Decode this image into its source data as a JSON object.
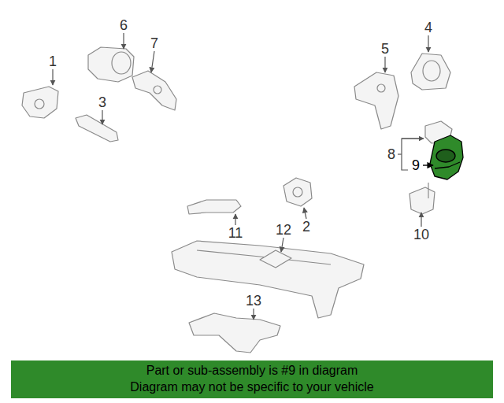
{
  "diagram": {
    "nodes": [
      {
        "text": [
          "Part or sub-assembly is #9 in diagram",
          "Diagram may not be specific to your vehicle"
        ]
      }
    ],
    "labels": [
      "6",
      "4",
      "7",
      "5",
      "1",
      "3",
      "8",
      "9",
      "2",
      "10",
      "11",
      "12",
      "13"
    ]
  }
}
